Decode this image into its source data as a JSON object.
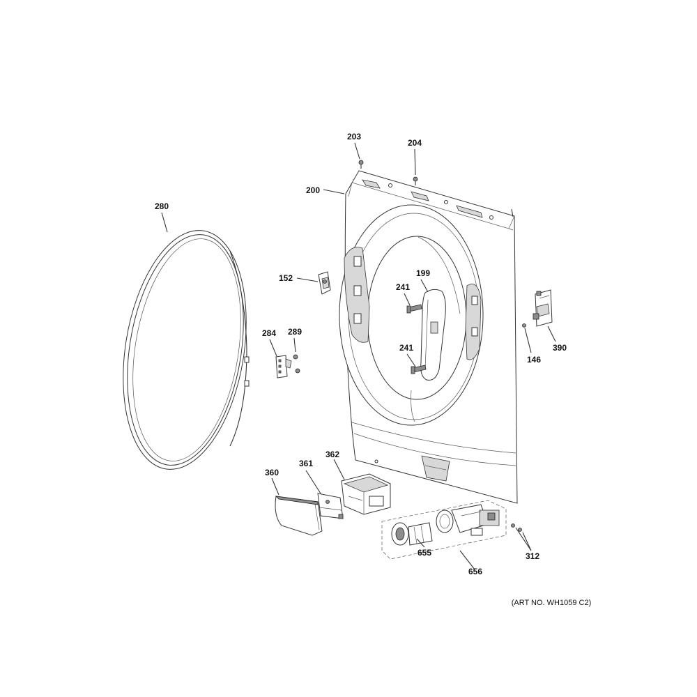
{
  "labels": {
    "p203": "203",
    "p204": "204",
    "p200": "200",
    "p280": "280",
    "p152": "152",
    "p199": "199",
    "p241a": "241",
    "p241b": "241",
    "p284": "284",
    "p289": "289",
    "p146": "146",
    "p390": "390",
    "p362": "362",
    "p361": "361",
    "p360": "360",
    "p655": "655",
    "p656": "656",
    "p312": "312"
  },
  "art_number": "(ART NO. WH1059 C2)"
}
